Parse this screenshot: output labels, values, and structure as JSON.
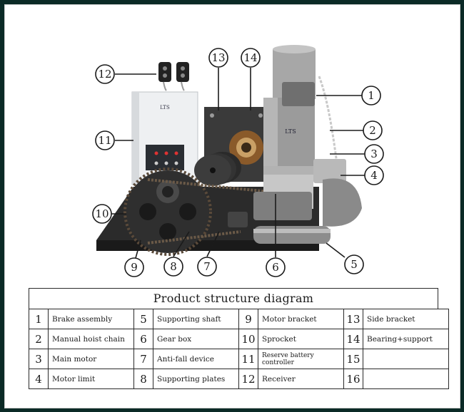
{
  "diagram": {
    "callouts": [
      "1",
      "2",
      "3",
      "4",
      "5",
      "6",
      "7",
      "8",
      "9",
      "10",
      "11",
      "12",
      "13",
      "14"
    ],
    "controller_brand": "LTS",
    "motor_brand": "LTS"
  },
  "table": {
    "title": "Product structure diagram",
    "rows": [
      [
        {
          "n": "1",
          "label": "Brake  assembly"
        },
        {
          "n": "5",
          "label": "Supporting shaft"
        },
        {
          "n": "9",
          "label": "Motor bracket"
        },
        {
          "n": "13",
          "label": "Side bracket"
        }
      ],
      [
        {
          "n": "2",
          "label": "Manual hoist chain"
        },
        {
          "n": "6",
          "label": "Gear box"
        },
        {
          "n": "10",
          "label": "Sprocket"
        },
        {
          "n": "14",
          "label": "Bearing+support"
        }
      ],
      [
        {
          "n": "3",
          "label": "Main motor"
        },
        {
          "n": "7",
          "label": "Anti-fall device"
        },
        {
          "n": "11",
          "label": "Reserve battery controller"
        },
        {
          "n": "15",
          "label": ""
        }
      ],
      [
        {
          "n": "4",
          "label": "Motor limit"
        },
        {
          "n": "8",
          "label": "Supporting  plates"
        },
        {
          "n": "12",
          "label": "Receiver"
        },
        {
          "n": "16",
          "label": ""
        }
      ]
    ]
  }
}
